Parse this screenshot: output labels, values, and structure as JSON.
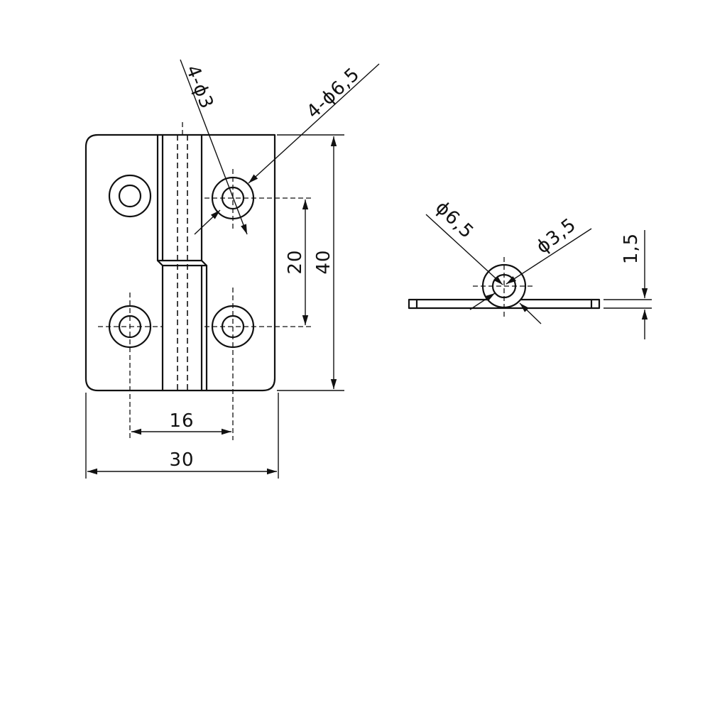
{
  "front_view": {
    "label_holes_small": "4-ϕ3",
    "label_holes_large": "4-ϕ6,5",
    "dim_hole_spacing_vertical": "20",
    "dim_height": "40",
    "dim_hole_spacing_horizontal": "16",
    "dim_width": "30"
  },
  "side_view": {
    "label_outer_diameter": "ϕ6,5",
    "label_inner_diameter": "ϕ3,5",
    "dim_thickness": "1,5"
  }
}
